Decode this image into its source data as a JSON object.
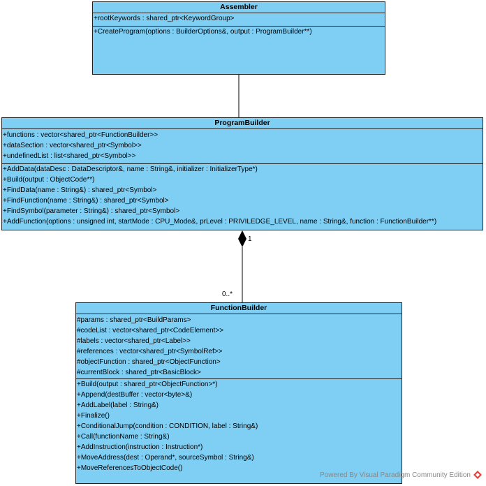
{
  "assembler": {
    "name": "Assembler",
    "attributes": [
      "+rootKeywords : shared_ptr<KeywordGroup>"
    ],
    "operations": [
      "+CreateProgram(options : BuilderOptions&, output : ProgramBuilder**)"
    ]
  },
  "programbuilder": {
    "name": "ProgramBuilder",
    "attributes": [
      "+functions : vector<shared_ptr<FunctionBuilder>>",
      "+dataSection : vector<shared_ptr<Symbol>>",
      "+undefinedList : list<shared_ptr<Symbol>>"
    ],
    "operations": [
      "+AddData(dataDesc : DataDescriptor&, name : String&, initializer : InitializerType*)",
      "+Build(output : ObjectCode**)",
      "+FindData(name : String&) : shared_ptr<Symbol>",
      "+FindFunction(name : String&) : shared_ptr<Symbol>",
      "+FindSymbol(parameter : String&) : shared_ptr<Symbol>",
      "+AddFunction(options : unsigned int, startMode : CPU_Mode&, prLevel : PRIVILEDGE_LEVEL, name : String&, function : FunctionBuilder**)"
    ]
  },
  "functionbuilder": {
    "name": "FunctionBuilder",
    "attributes": [
      "#params : shared_ptr<BuildParams>",
      "#codeList : vector<shared_ptr<CodeElement>>",
      "#labels : vector<shared_ptr<Label>>",
      "#references : vector<shared_ptr<SymbolRef>>",
      "#objectFunction : shared_ptr<ObjectFunction>",
      "#currentBlock : shared_ptr<BasicBlock>"
    ],
    "operations": [
      "+Build(output : shared_ptr<ObjectFunction>*)",
      "+Append(destBuffer : vector<byte>&)",
      "+AddLabel(label : String&)",
      "+Finalize()",
      "+ConditionalJump(condition : CONDITION, label : String&)",
      "+Call(functionName : String&)",
      "+AddInstruction(instruction : Instruction*)",
      "+MoveAddress(dest : Operand*, sourceSymbol : String&)",
      "+MoveReferencesToObjectCode()"
    ]
  },
  "composition": {
    "source_multiplicity": "1",
    "target_multiplicity": "0..*"
  },
  "watermark": {
    "text": "Powered By  Visual Paradigm Community Edition",
    "icon": "visual-paradigm-logo-icon"
  },
  "colors": {
    "class_fill": "#7fcef4",
    "border": "#222222",
    "logo": "#e8433a"
  }
}
